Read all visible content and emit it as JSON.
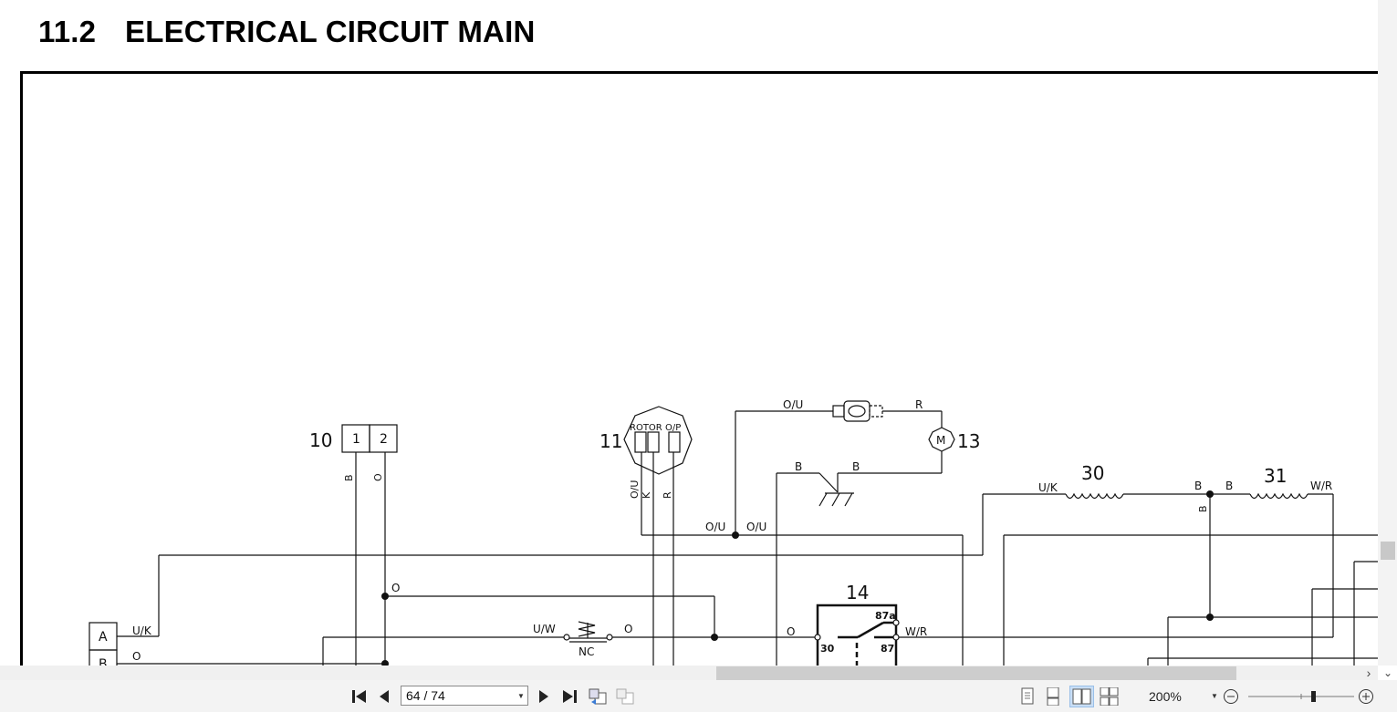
{
  "document": {
    "section_number": "11.2",
    "section_title": "ELECTRICAL CIRCUIT MAIN"
  },
  "schematic": {
    "labels": {
      "c10": "10",
      "c10_pin1": "1",
      "c10_pin2": "2",
      "c10_wire_b": "B",
      "c10_wire_o": "O",
      "c11": "11",
      "c11_rotor": "ROTOR",
      "c11_op": "O/P",
      "c11_wire_ou": "O/U",
      "c11_wire_k": "K",
      "c11_wire_r": "R",
      "c13": "13",
      "motor": "M",
      "c14": "14",
      "c30": "30",
      "c31": "31",
      "top_ou": "O/U",
      "top_r": "R",
      "ground_b1": "B",
      "ground_b2": "B",
      "mid_ou1": "O/U",
      "mid_ou2": "O/U",
      "uk_30": "U/K",
      "b_30": "B",
      "b_31": "B",
      "wr_31": "W/R",
      "b_vert": "B",
      "o_junction": "O",
      "conn_a": "A",
      "conn_b": "B",
      "uk_a": "U/K",
      "o_b": "O",
      "uw": "U/W",
      "o_switch": "O",
      "nc": "NC",
      "o_relay": "O",
      "relay_87a": "87a",
      "relay_30": "30",
      "relay_87": "87",
      "wr_relay": "W/R"
    }
  },
  "toolbar": {
    "page_indicator": "64 / 74",
    "zoom": "200%"
  }
}
